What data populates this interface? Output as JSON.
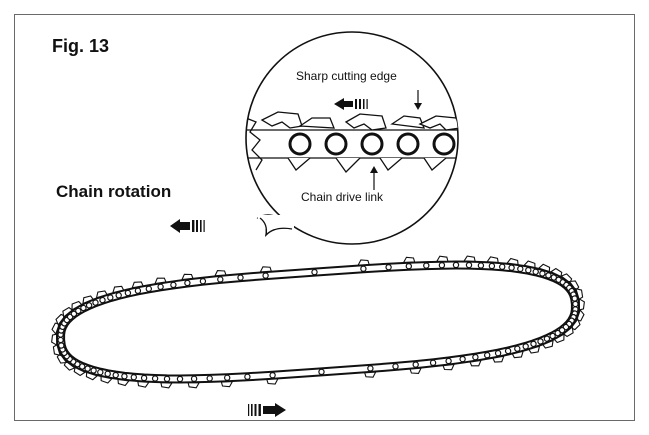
{
  "figure": {
    "title": "Fig. 13",
    "rotation_label": "Chain rotation",
    "callout": {
      "edge_label": "Sharp cutting edge",
      "drive_label": "Chain drive link"
    }
  },
  "colors": {
    "ink": "#111111",
    "border": "#6a6a6a",
    "paper": "#ffffff"
  },
  "icons": [
    "arrow-left-icon",
    "arrow-right-icon"
  ]
}
